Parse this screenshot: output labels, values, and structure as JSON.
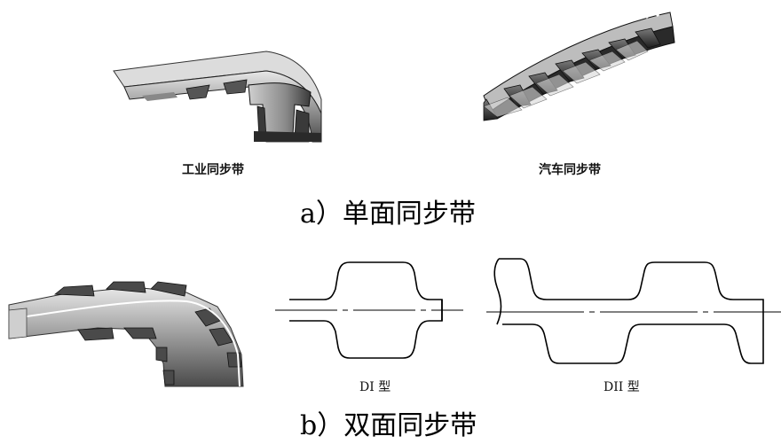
{
  "top": {
    "industrial_label": "工业同步带",
    "automotive_label": "汽车同步带",
    "caption": "a）单面同步带"
  },
  "bottom": {
    "di_label": "DI 型",
    "dii_label": "DII 型",
    "caption": "b）双面同步带"
  }
}
